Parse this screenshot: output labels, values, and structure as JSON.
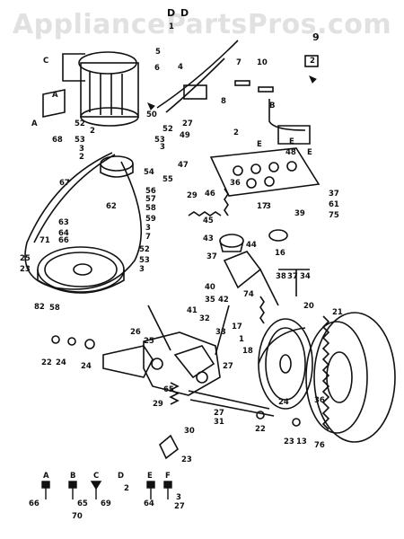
{
  "watermark": "AppliancePartsPros.com",
  "callouts": [
    {
      "id": "c1",
      "text": "D"
    },
    {
      "id": "c2",
      "text": "D"
    },
    {
      "id": "c3",
      "text": "1"
    },
    {
      "id": "c4",
      "text": "9"
    },
    {
      "id": "c5",
      "text": "C"
    },
    {
      "id": "c6",
      "text": "5"
    },
    {
      "id": "c7",
      "text": "4"
    },
    {
      "id": "c8",
      "text": "6"
    },
    {
      "id": "c9",
      "text": "7"
    },
    {
      "id": "c10",
      "text": "10"
    },
    {
      "id": "c11",
      "text": "2"
    },
    {
      "id": "c12",
      "text": "A"
    },
    {
      "id": "c13",
      "text": "A"
    },
    {
      "id": "c14",
      "text": "68"
    },
    {
      "id": "c15",
      "text": "52"
    },
    {
      "id": "c16",
      "text": "2"
    },
    {
      "id": "c17",
      "text": "53"
    },
    {
      "id": "c18",
      "text": "3"
    },
    {
      "id": "c19",
      "text": "2"
    },
    {
      "id": "c20",
      "text": "50"
    },
    {
      "id": "c21",
      "text": "52"
    },
    {
      "id": "c22",
      "text": "53"
    },
    {
      "id": "c23",
      "text": "3"
    },
    {
      "id": "c24",
      "text": "27"
    },
    {
      "id": "c25",
      "text": "49"
    },
    {
      "id": "c26",
      "text": "8"
    },
    {
      "id": "c27",
      "text": "B"
    },
    {
      "id": "c28",
      "text": "2"
    },
    {
      "id": "c29",
      "text": "E"
    },
    {
      "id": "c30",
      "text": "E"
    },
    {
      "id": "c31",
      "text": "48"
    },
    {
      "id": "c32",
      "text": "E"
    },
    {
      "id": "c33",
      "text": "67"
    },
    {
      "id": "c34",
      "text": "54"
    },
    {
      "id": "c35",
      "text": "47"
    },
    {
      "id": "c36",
      "text": "55"
    },
    {
      "id": "c37",
      "text": "56"
    },
    {
      "id": "c38",
      "text": "57"
    },
    {
      "id": "c39",
      "text": "62"
    },
    {
      "id": "c40",
      "text": "58"
    },
    {
      "id": "c41",
      "text": "59"
    },
    {
      "id": "c42",
      "text": "3"
    },
    {
      "id": "c43",
      "text": "7"
    },
    {
      "id": "c44",
      "text": "52"
    },
    {
      "id": "c45",
      "text": "53"
    },
    {
      "id": "c46",
      "text": "3"
    },
    {
      "id": "c47",
      "text": "63"
    },
    {
      "id": "c48",
      "text": "64"
    },
    {
      "id": "c49",
      "text": "71"
    },
    {
      "id": "c50",
      "text": "66"
    },
    {
      "id": "c51",
      "text": "25"
    },
    {
      "id": "c52",
      "text": "23"
    },
    {
      "id": "c53",
      "text": "82"
    },
    {
      "id": "c54",
      "text": "58"
    },
    {
      "id": "c55",
      "text": "36"
    },
    {
      "id": "c56",
      "text": "29"
    },
    {
      "id": "c57",
      "text": "46"
    },
    {
      "id": "c58",
      "text": "45"
    },
    {
      "id": "c59",
      "text": "43"
    },
    {
      "id": "c60",
      "text": "17"
    },
    {
      "id": "c61",
      "text": "3"
    },
    {
      "id": "c62",
      "text": "39"
    },
    {
      "id": "c63",
      "text": "37"
    },
    {
      "id": "c64",
      "text": "61"
    },
    {
      "id": "c65",
      "text": "75"
    },
    {
      "id": "c66",
      "text": "37"
    },
    {
      "id": "c67",
      "text": "44"
    },
    {
      "id": "c68",
      "text": "16"
    },
    {
      "id": "c69",
      "text": "40"
    },
    {
      "id": "c70",
      "text": "35"
    },
    {
      "id": "c71",
      "text": "42"
    },
    {
      "id": "c72",
      "text": "74"
    },
    {
      "id": "c73",
      "text": "38"
    },
    {
      "id": "c74",
      "text": "37"
    },
    {
      "id": "c75",
      "text": "34"
    },
    {
      "id": "c76",
      "text": "20"
    },
    {
      "id": "c77",
      "text": "21"
    },
    {
      "id": "c78",
      "text": "41"
    },
    {
      "id": "c79",
      "text": "32"
    },
    {
      "id": "c80",
      "text": "33"
    },
    {
      "id": "c81",
      "text": "17"
    },
    {
      "id": "c82",
      "text": "1"
    },
    {
      "id": "c83",
      "text": "18"
    },
    {
      "id": "c84",
      "text": "36"
    },
    {
      "id": "c85",
      "text": "25"
    },
    {
      "id": "c86",
      "text": "26"
    },
    {
      "id": "c87",
      "text": "22"
    },
    {
      "id": "c88",
      "text": "24"
    },
    {
      "id": "c89",
      "text": "24"
    },
    {
      "id": "c90",
      "text": "27"
    },
    {
      "id": "c91",
      "text": "27"
    },
    {
      "id": "c92",
      "text": "31"
    },
    {
      "id": "c93",
      "text": "29"
    },
    {
      "id": "c94",
      "text": "30"
    },
    {
      "id": "c95",
      "text": "23"
    },
    {
      "id": "c96",
      "text": "24"
    },
    {
      "id": "c97",
      "text": "22"
    },
    {
      "id": "c98",
      "text": "23"
    },
    {
      "id": "c99",
      "text": "13"
    },
    {
      "id": "c100",
      "text": "76"
    },
    {
      "id": "c101",
      "text": "65"
    }
  ],
  "legend": [
    {
      "letter": "A",
      "parts": [
        "66"
      ]
    },
    {
      "letter": "B",
      "parts": [
        "65",
        "70"
      ]
    },
    {
      "letter": "C",
      "parts": [
        "69"
      ]
    },
    {
      "letter": "D",
      "parts": [
        "2"
      ]
    },
    {
      "letter": "E",
      "parts": [
        "64"
      ]
    },
    {
      "letter": "F",
      "parts": [
        "3",
        "27"
      ]
    }
  ]
}
